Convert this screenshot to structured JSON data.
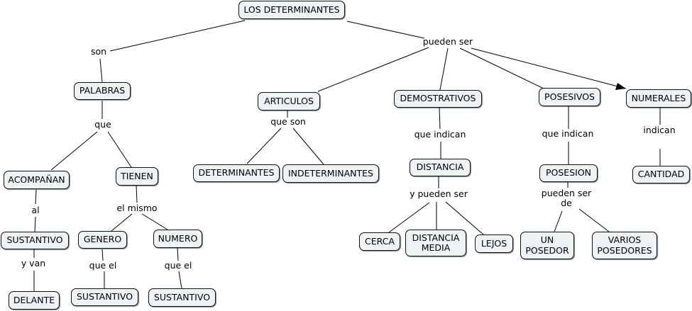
{
  "nodes": {
    "root": "LOS DETERMINANTES",
    "palabras": "PALABRAS",
    "acompanan": "ACOMPAÑAN",
    "tienen": "TIENEN",
    "sustantivo1": "SUSTANTIVO",
    "genero": "GENERO",
    "numero": "NUMERO",
    "delante": "DELANTE",
    "sustantivo2": "SUSTANTIVO",
    "sustantivo3": "SUSTANTIVO",
    "articulos": "ARTICULOS",
    "determinantes": "DETERMINANTES",
    "indeterminantes": "INDETERMINANTES",
    "demostrativos": "DEMOSTRATIVOS",
    "distancia": "DISTANCIA",
    "cerca": "CERCA",
    "distancia_media": "DISTANCIA\nMEDIA",
    "lejos": "LEJOS",
    "posesivos": "POSESIVOS",
    "posesion": "POSESION",
    "un_posedor": "UN\nPOSEDOR",
    "varios_posedores": "VARIOS\nPOSEDORES",
    "numerales": "NUMERALES",
    "cantidad": "CANTIDAD"
  },
  "links": {
    "son": "son",
    "pueden_ser": "pueden ser",
    "que": "que",
    "al": "al",
    "el_mismo": "el mismo",
    "y_van": "y van",
    "que_el_1": "que el",
    "que_el_2": "que el",
    "que_son": "que son",
    "que_indican_1": "que indican",
    "y_pueden_ser": "y pueden ser",
    "que_indican_2": "que indican",
    "pueden_ser_de": "pueden ser\nde",
    "indican": "indican"
  },
  "colors": {
    "node_fill": "#eef3f6",
    "line": "#000000"
  }
}
